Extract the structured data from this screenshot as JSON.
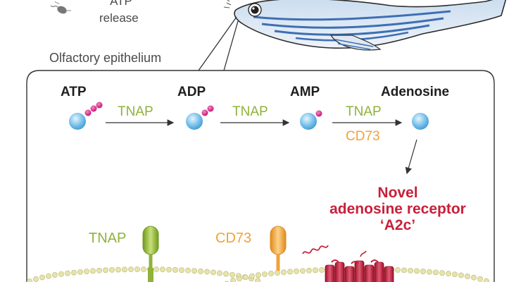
{
  "header": {
    "atp_release_line1": "ATP",
    "atp_release_line2": "release",
    "olfactory_label": "Olfactory epithelium"
  },
  "pathway": {
    "molecules": [
      "ATP",
      "ADP",
      "AMP",
      "Adenosine"
    ],
    "enzymes": {
      "step1": "TNAP",
      "step2": "TNAP",
      "step3_top": "TNAP",
      "step3_bottom": "CD73"
    }
  },
  "receptor": {
    "line1": "Novel",
    "line2": "adenosine receptor",
    "line3": "‘A2c’"
  },
  "membrane": {
    "tnap_label": "TNAP",
    "cd73_label": "CD73"
  },
  "colors": {
    "molecule_blue": "#7cc3ec",
    "phosphate_magenta": "#e0208c",
    "tnap_green": "#8fb23a",
    "cd73_orange": "#f0a238",
    "receptor_red": "#c8203a",
    "membrane_yellow": "#e6e4a8"
  }
}
